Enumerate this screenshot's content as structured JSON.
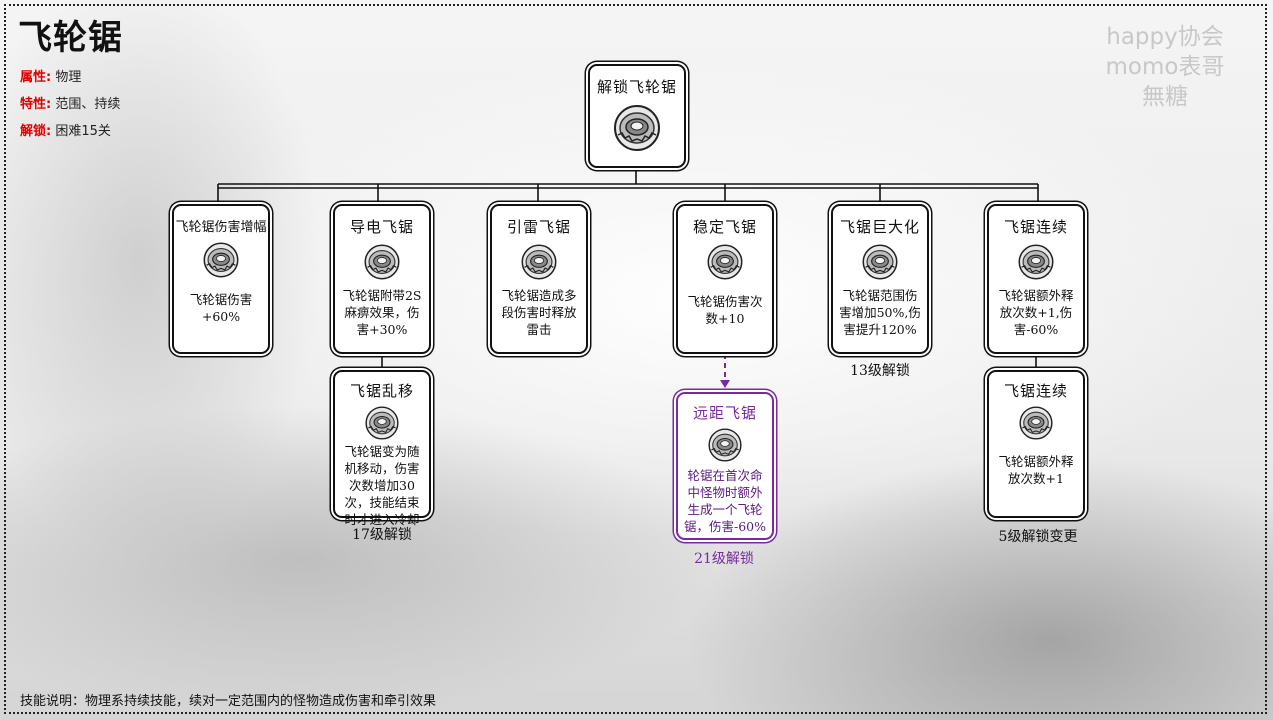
{
  "title": "飞轮锯",
  "attributes": [
    {
      "key": "属性:",
      "value": "物理"
    },
    {
      "key": "特性:",
      "value": "范围、持续"
    },
    {
      "key": "解锁:",
      "value": "困难15关"
    }
  ],
  "watermark": [
    "happy协会",
    "momo表哥",
    "無糖"
  ],
  "root": {
    "name": "解锁飞轮锯",
    "icon": "saw-wheel-icon"
  },
  "skills": [
    {
      "id": "amp",
      "name": "飞轮锯伤害增幅",
      "desc": "飞轮锯伤害+60%",
      "icon": "saw-wheel-icon"
    },
    {
      "id": "elec",
      "name": "导电飞锯",
      "desc": "飞轮锯附带2S麻痹效果，伤害+30%",
      "icon": "saw-wheel-icon"
    },
    {
      "id": "thunder",
      "name": "引雷飞锯",
      "desc": "飞轮锯造成多段伤害时释放雷击",
      "icon": "saw-wheel-icon"
    },
    {
      "id": "stable",
      "name": "稳定飞锯",
      "desc": "飞轮锯伤害次数+10",
      "icon": "saw-wheel-icon"
    },
    {
      "id": "giant",
      "name": "飞锯巨大化",
      "desc": "飞轮锯范围伤害增加50%,伤害提升120%",
      "icon": "saw-wheel-icon",
      "unlock": "13级解锁"
    },
    {
      "id": "chain",
      "name": "飞锯连续",
      "desc": "飞轮锯额外释放次数+1,伤害-60%",
      "icon": "saw-wheel-icon"
    }
  ],
  "sub_skills": [
    {
      "id": "chaos",
      "name": "飞锯乱移",
      "desc": "飞轮锯变为随机移动，伤害次数增加30次，技能结束时才进入冷却",
      "icon": "saw-wheel-icon",
      "unlock": "17级解锁"
    },
    {
      "id": "range",
      "name": "远距飞锯",
      "desc": "轮锯在首次命中怪物时额外生成一个飞轮锯，伤害-60%",
      "icon": "saw-wheel-icon",
      "unlock": "21级解锁"
    },
    {
      "id": "chain2",
      "name": "飞锯连续",
      "desc": "飞轮锯额外释放次数+1",
      "icon": "saw-wheel-icon",
      "unlock": "5级解锁变更"
    }
  ],
  "footer": "技能说明：物理系持续技能，续对一定范围内的怪物造成伤害和牵引效果",
  "colors": {
    "accent_red": "#e00000",
    "purple": "#7a2aa0"
  }
}
